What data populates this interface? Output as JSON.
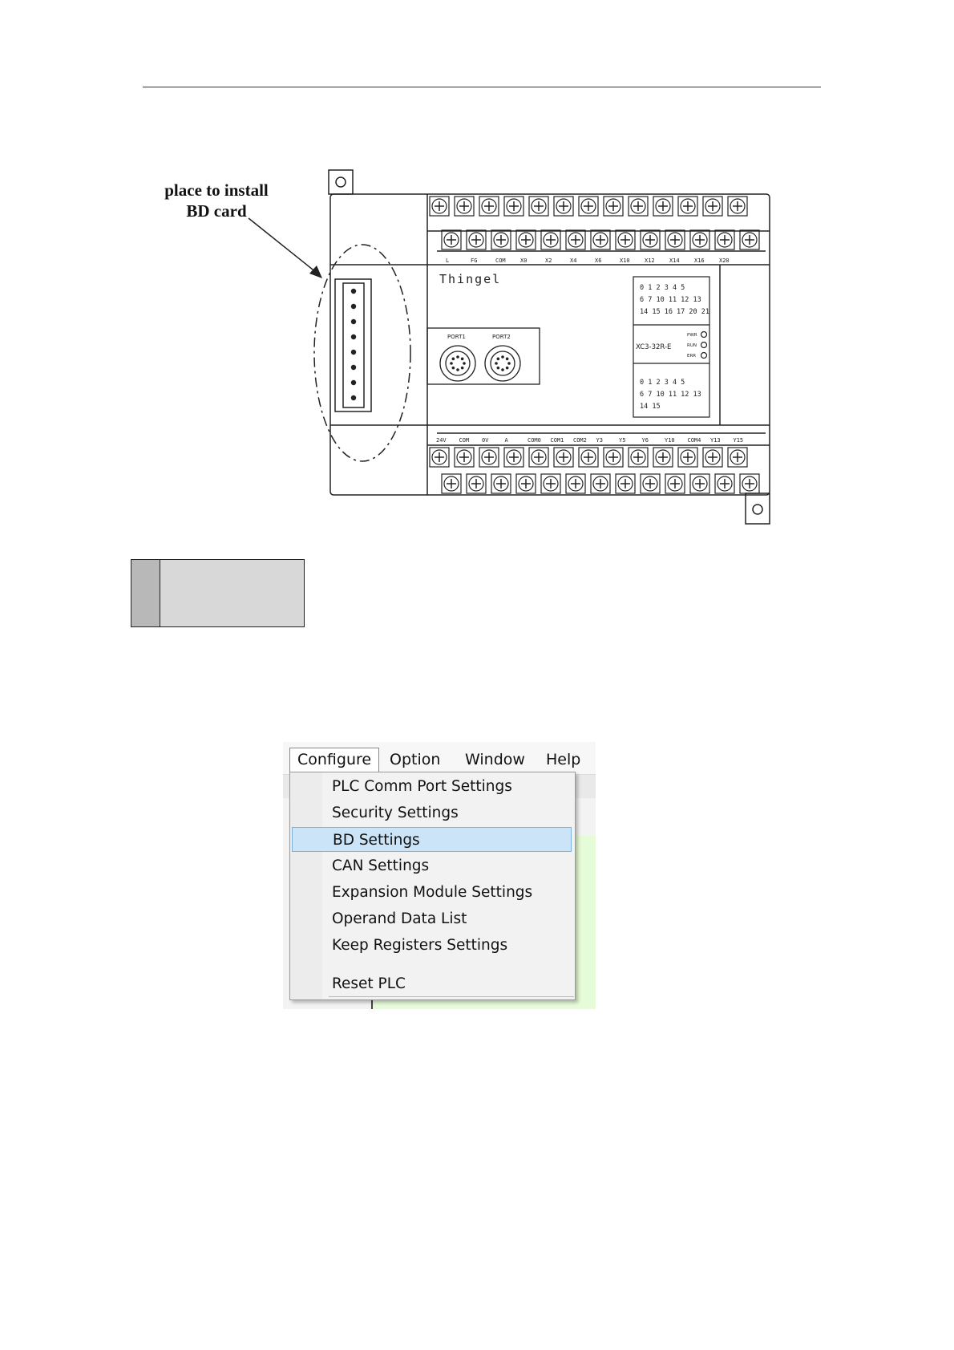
{
  "diagram": {
    "label_line1": "place to install",
    "label_line2": "BD card",
    "brand": "Thingel",
    "port1": "PORT1",
    "port2": "PORT2",
    "model": "XC3-32R-E",
    "led_pwr": "PWR",
    "led_run": "RUN",
    "led_err": "ERR",
    "top_terminals": [
      "L",
      "FG",
      "COM",
      "X0",
      "X2",
      "X4",
      "X6",
      "X10",
      "X12",
      "X14",
      "X16",
      "X20"
    ],
    "bottom_terminals": [
      "24V",
      "COM",
      "0V",
      "A",
      "COM0",
      "COM1",
      "COM2",
      "Y3",
      "Y5",
      "Y6",
      "Y10",
      "COM4",
      "Y13",
      "Y15"
    ],
    "led_rows_top": [
      "0 1 2 3 4 5",
      "6 7 10 11 12 13",
      "14 15 16 17 20 21"
    ],
    "led_rows_bottom": [
      "0 1 2 3 4 5",
      "6 7 10 11 12 13",
      "14 15"
    ]
  },
  "menu": {
    "top": {
      "configure": "Configure",
      "option": "Option",
      "window": "Window",
      "help": "Help"
    },
    "items": [
      "PLC Comm Port Settings",
      "Security Settings",
      "BD Settings",
      "CAN Settings",
      "Expansion Module Settings",
      "Operand Data List",
      "Keep Registers Settings"
    ],
    "highlighted_index": 2,
    "reset": "Reset PLC"
  }
}
